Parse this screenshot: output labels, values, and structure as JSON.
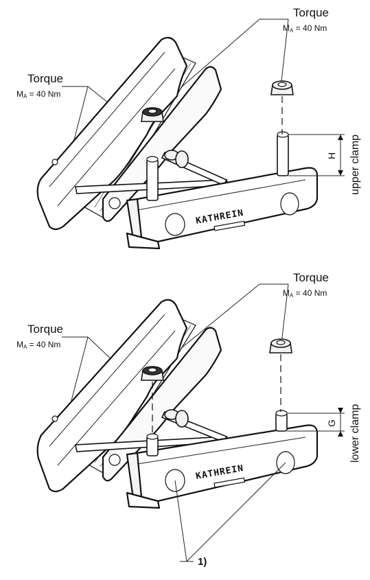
{
  "upper_clamp": {
    "torque_left": {
      "title": "Torque",
      "value_prefix": "M",
      "value_sub": "A",
      "value_suffix": " = 40 Nm"
    },
    "torque_right": {
      "title": "Torque",
      "value_prefix": "M",
      "value_sub": "A",
      "value_suffix": " = 40 Nm"
    },
    "dimension_label": "H",
    "side_label": "upper clamp",
    "logo_text": "KATHREIN"
  },
  "lower_clamp": {
    "torque_left": {
      "title": "Torque",
      "value_prefix": "M",
      "value_sub": "A",
      "value_suffix": " = 40 Nm"
    },
    "torque_right": {
      "title": "Torque",
      "value_prefix": "M",
      "value_sub": "A",
      "value_suffix": " = 40 Nm"
    },
    "dimension_label": "G",
    "side_label": "lower clamp",
    "logo_text": "KATHREIN"
  },
  "footnote_marker": "1)"
}
